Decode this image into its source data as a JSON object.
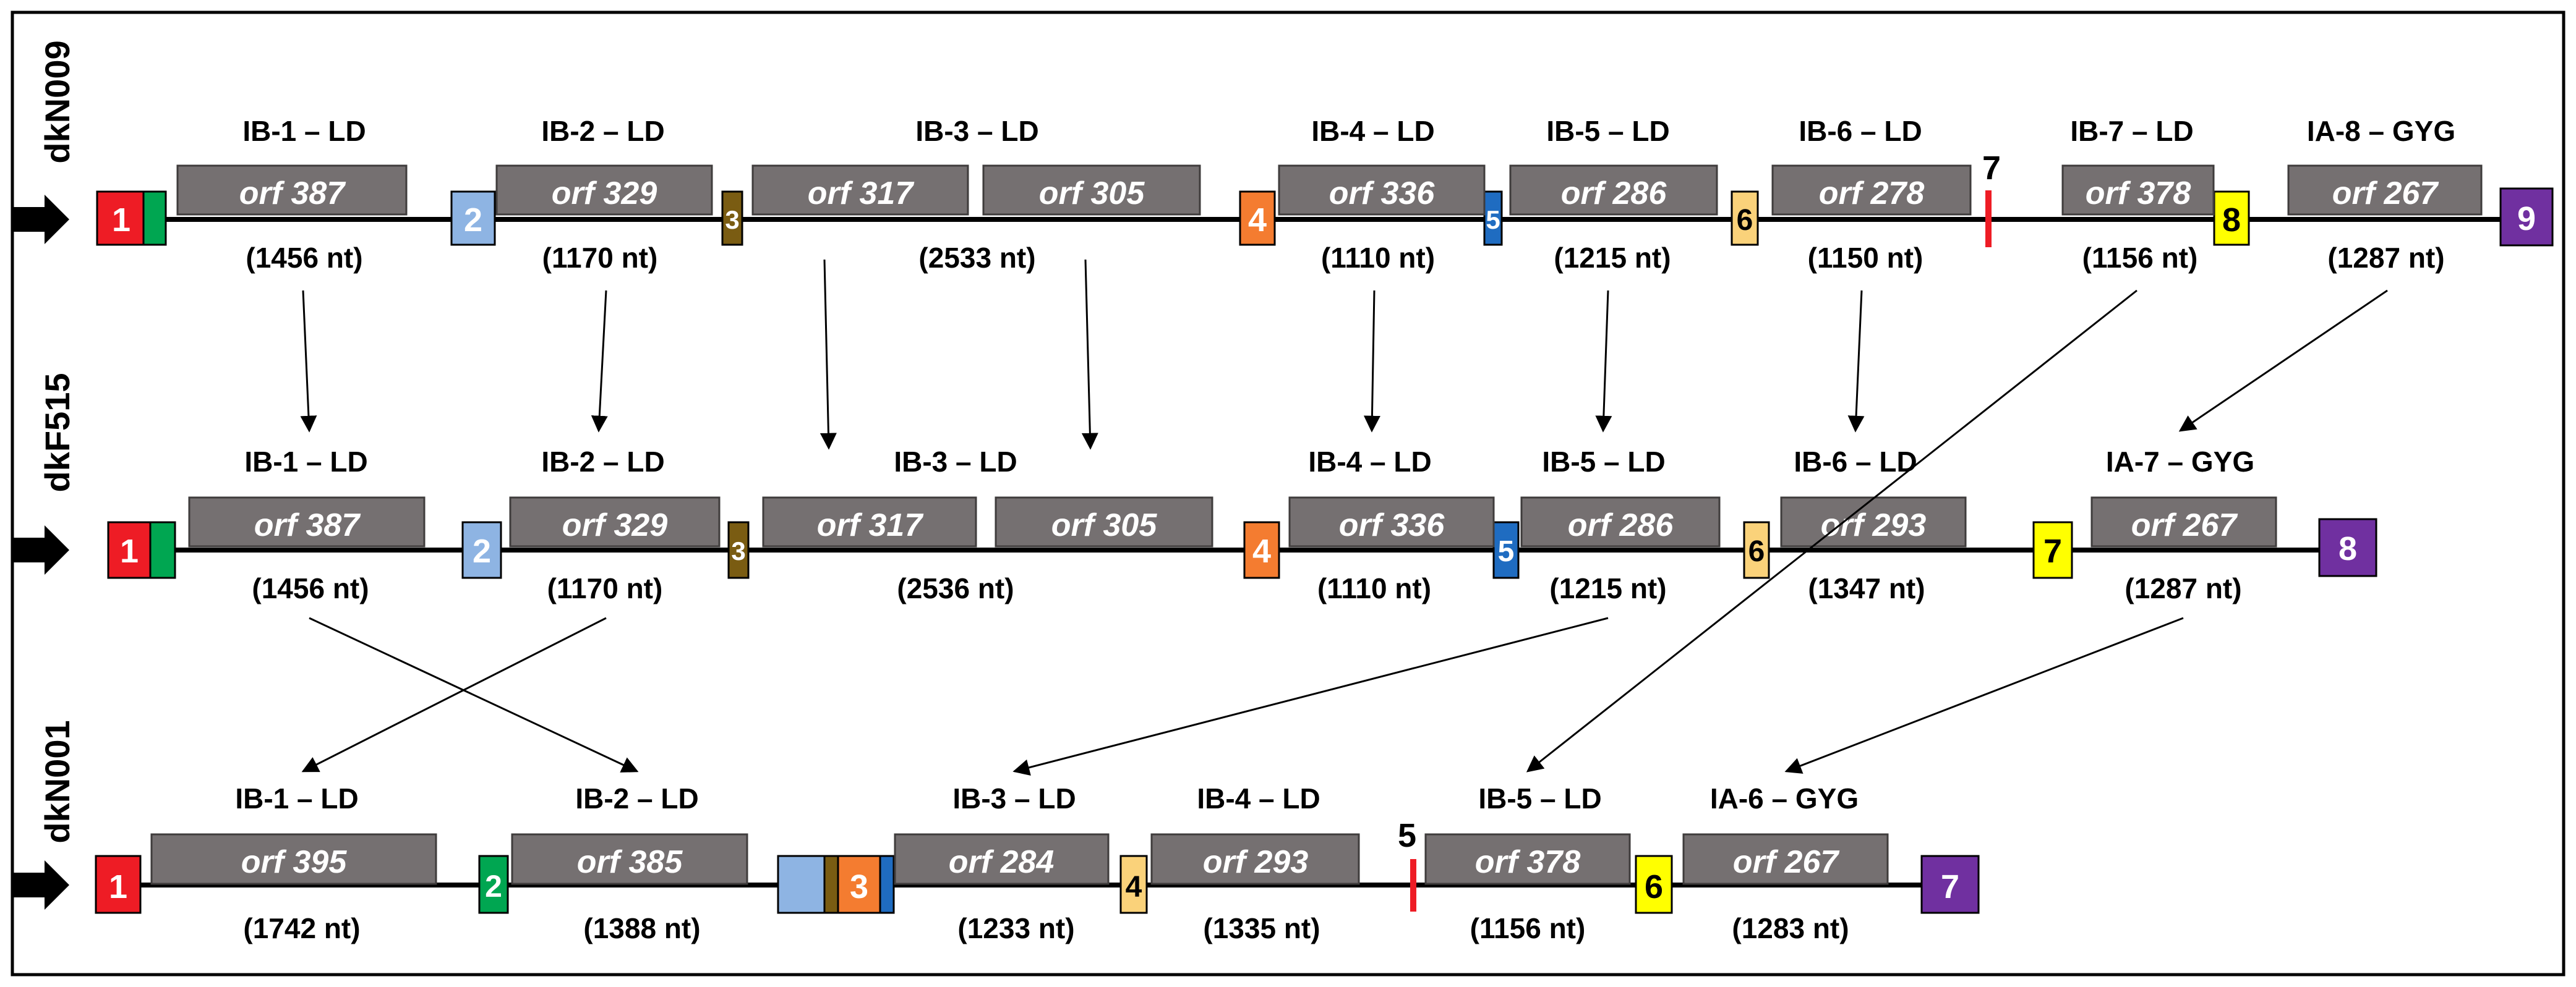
{
  "colors": {
    "orf_fill": "#757071",
    "orf_stroke": "#3f3c3c",
    "red": "#ee1c25",
    "green": "#00a651",
    "light_blue": "#8eb4e3",
    "brown": "#7a5c12",
    "orange": "#f47c30",
    "blue": "#1f6cc1",
    "peach": "#fad27a",
    "yellow": "#ffff00",
    "purple": "#7030a0",
    "red_mark": "#ee1c25"
  },
  "rows": [
    {
      "label": "dkN009",
      "segments": [
        {
          "id": "1",
          "color": "red",
          "label_color": "white",
          "tail": "green"
        },
        {
          "id": "2",
          "color": "light_blue",
          "label_color": "white"
        },
        {
          "id": "3",
          "color": "brown",
          "label_color": "white"
        },
        {
          "id": "4",
          "color": "orange",
          "label_color": "white"
        },
        {
          "id": "5",
          "color": "blue",
          "label_color": "white"
        },
        {
          "id": "6",
          "color": "peach",
          "label_color": "black"
        },
        {
          "id": "7",
          "color": "red_mark",
          "label_color": "black",
          "marker": true
        },
        {
          "id": "8",
          "color": "yellow",
          "label_color": "black"
        },
        {
          "id": "9",
          "color": "purple",
          "label_color": "white"
        }
      ],
      "blocks": [
        {
          "title": "IB-1 – LD",
          "orfs": [
            "orf 387"
          ],
          "length": "(1456 nt)"
        },
        {
          "title": "IB-2 – LD",
          "orfs": [
            "orf 329"
          ],
          "length": "(1170 nt)"
        },
        {
          "title": "IB-3 – LD",
          "orfs": [
            "orf 317",
            "orf 305"
          ],
          "length": "(2533 nt)"
        },
        {
          "title": "IB-4 – LD",
          "orfs": [
            "orf 336"
          ],
          "length": "(1110 nt)"
        },
        {
          "title": "IB-5 – LD",
          "orfs": [
            "orf 286"
          ],
          "length": "(1215 nt)"
        },
        {
          "title": "IB-6 – LD",
          "orfs": [
            "orf 278"
          ],
          "length": "(1150 nt)"
        },
        {
          "title": "IB-7 – LD",
          "orfs": [
            "orf 378"
          ],
          "length": "(1156 nt)"
        },
        {
          "title": "IA-8 – GYG",
          "orfs": [
            "orf 267"
          ],
          "length": "(1287 nt)"
        }
      ]
    },
    {
      "label": "dkF515",
      "segments": [
        {
          "id": "1",
          "color": "red",
          "label_color": "white",
          "tail": "green"
        },
        {
          "id": "2",
          "color": "light_blue",
          "label_color": "white"
        },
        {
          "id": "3",
          "color": "brown",
          "label_color": "white"
        },
        {
          "id": "4",
          "color": "orange",
          "label_color": "white"
        },
        {
          "id": "5",
          "color": "blue",
          "label_color": "white"
        },
        {
          "id": "6",
          "color": "peach",
          "label_color": "black"
        },
        {
          "id": "7",
          "color": "yellow",
          "label_color": "black"
        },
        {
          "id": "8",
          "color": "purple",
          "label_color": "white"
        }
      ],
      "blocks": [
        {
          "title": "IB-1 – LD",
          "orfs": [
            "orf 387"
          ],
          "length": "(1456 nt)"
        },
        {
          "title": "IB-2 – LD",
          "orfs": [
            "orf 329"
          ],
          "length": "(1170 nt)"
        },
        {
          "title": "IB-3 – LD",
          "orfs": [
            "orf 317",
            "orf 305"
          ],
          "length": "(2536 nt)"
        },
        {
          "title": "IB-4 – LD",
          "orfs": [
            "orf 336"
          ],
          "length": "(1110 nt)"
        },
        {
          "title": "IB-5 – LD",
          "orfs": [
            "orf 286"
          ],
          "length": "(1215 nt)"
        },
        {
          "title": "IB-6 – LD",
          "orfs": [
            "orf 293"
          ],
          "length": "(1347 nt)"
        },
        {
          "title": "IA-7 – GYG",
          "orfs": [
            "orf 267"
          ],
          "length": "(1287 nt)"
        }
      ]
    },
    {
      "label": "dkN001",
      "segments": [
        {
          "id": "1",
          "color": "red",
          "label_color": "white"
        },
        {
          "id": "2",
          "color": "green",
          "label_color": "white"
        },
        {
          "id": "3",
          "color": "orange",
          "label_color": "white",
          "composite": [
            "light_blue",
            "brown",
            "orange",
            "blue"
          ]
        },
        {
          "id": "4",
          "color": "peach",
          "label_color": "black"
        },
        {
          "id": "5",
          "color": "red_mark",
          "label_color": "black",
          "marker": true
        },
        {
          "id": "6",
          "color": "yellow",
          "label_color": "black"
        },
        {
          "id": "7",
          "color": "purple",
          "label_color": "white"
        }
      ],
      "blocks": [
        {
          "title": "IB-1 – LD",
          "orfs": [
            "orf 395"
          ],
          "length": "(1742 nt)"
        },
        {
          "title": "IB-2 – LD",
          "orfs": [
            "orf 385"
          ],
          "length": "(1388 nt)"
        },
        {
          "title": "IB-3 – LD",
          "orfs": [
            "orf 284"
          ],
          "length": "(1233 nt)"
        },
        {
          "title": "IB-4 – LD",
          "orfs": [
            "orf 293"
          ],
          "length": "(1335 nt)"
        },
        {
          "title": "IB-5 – LD",
          "orfs": [
            "orf 378"
          ],
          "length": "(1156 nt)"
        },
        {
          "title": "IA-6 – GYG",
          "orfs": [
            "orf 267"
          ],
          "length": "(1283 nt)"
        }
      ]
    }
  ]
}
